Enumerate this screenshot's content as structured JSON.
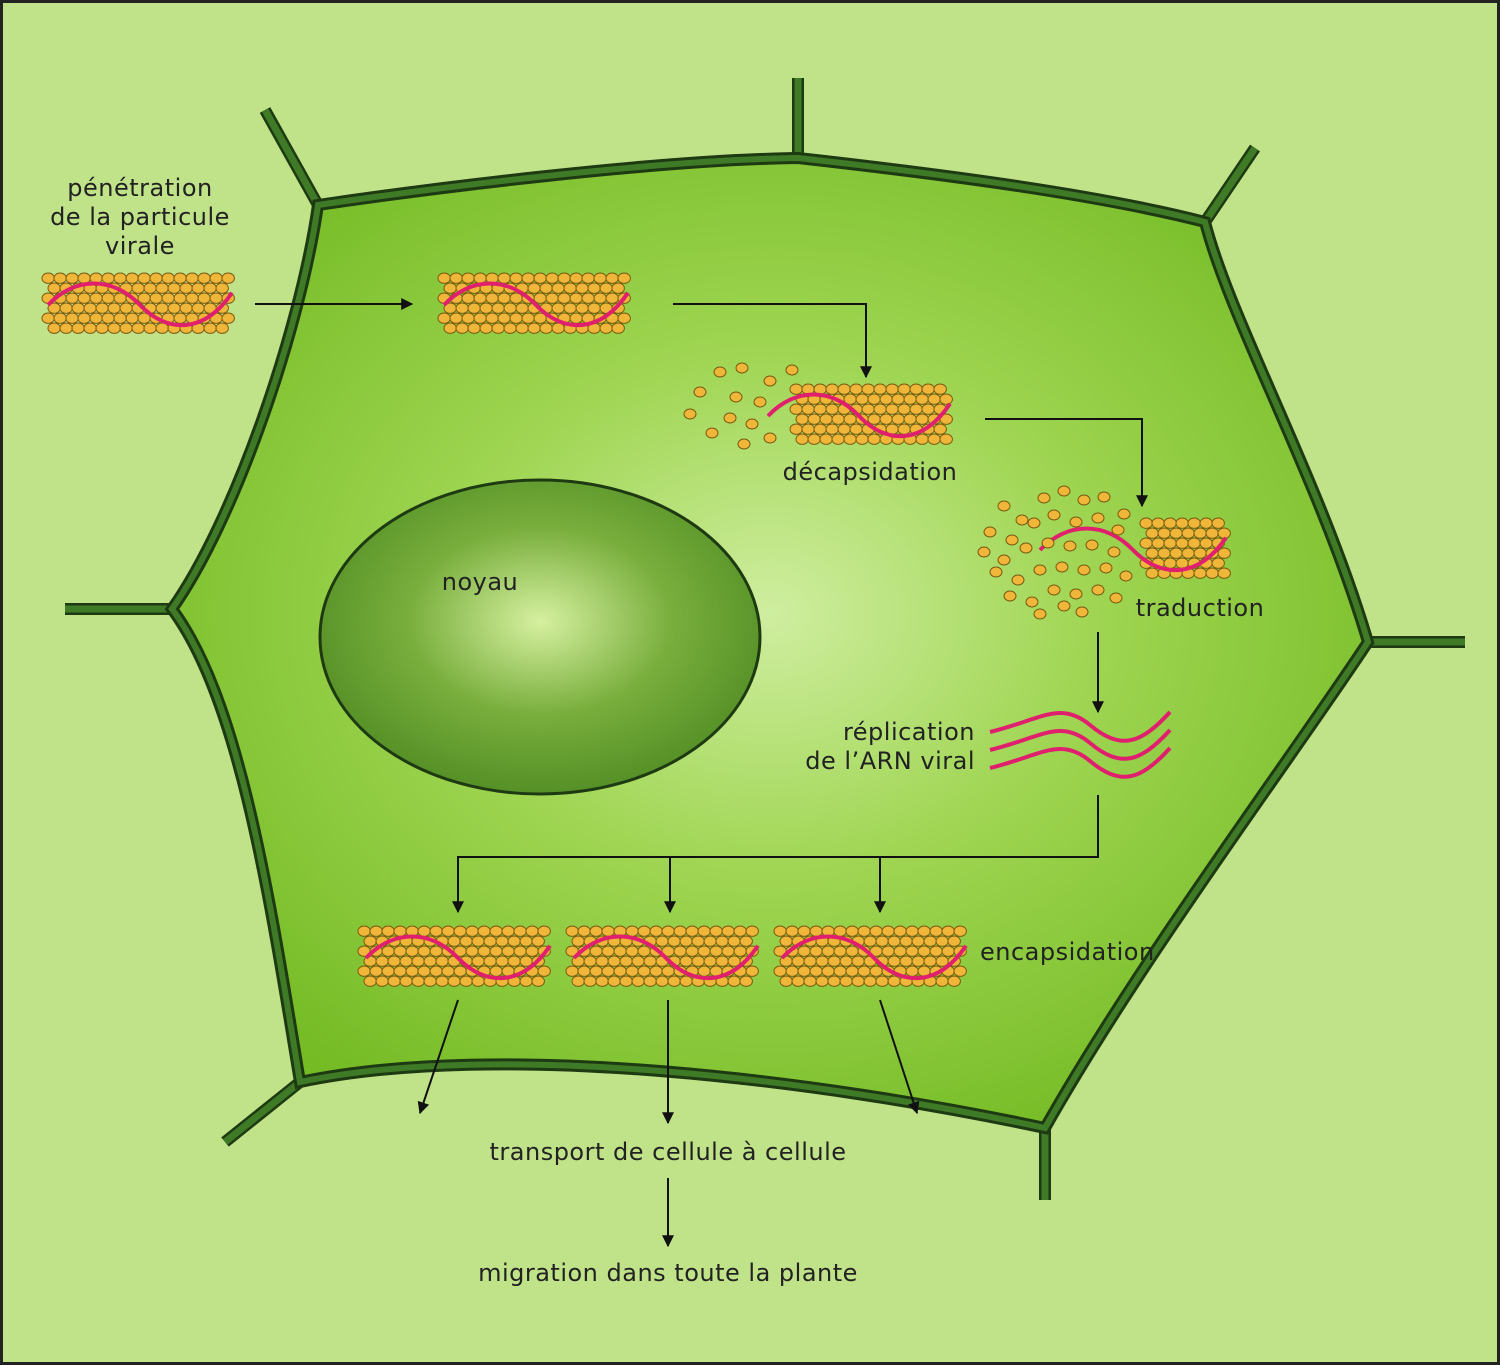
{
  "labels": {
    "penetration_1": "pénétration",
    "penetration_2": "de la particule",
    "penetration_3": "virale",
    "decapsidation": "décapsidation",
    "noyau": "noyau",
    "traduction": "traduction",
    "replication_1": "réplication",
    "replication_2": "de l’ARN viral",
    "encapsidation": "encapsidation",
    "transport": "transport de cellule à cellule",
    "migration": "migration dans toute la plante"
  },
  "colors": {
    "background": "#c0e288",
    "cytoplasm": "#7cc22a",
    "cell_wall": "#2f5a1c",
    "nucleus": "#5a9426",
    "capsid": "#f0b63a",
    "rna": "#e0206e",
    "arrow": "#111111"
  }
}
